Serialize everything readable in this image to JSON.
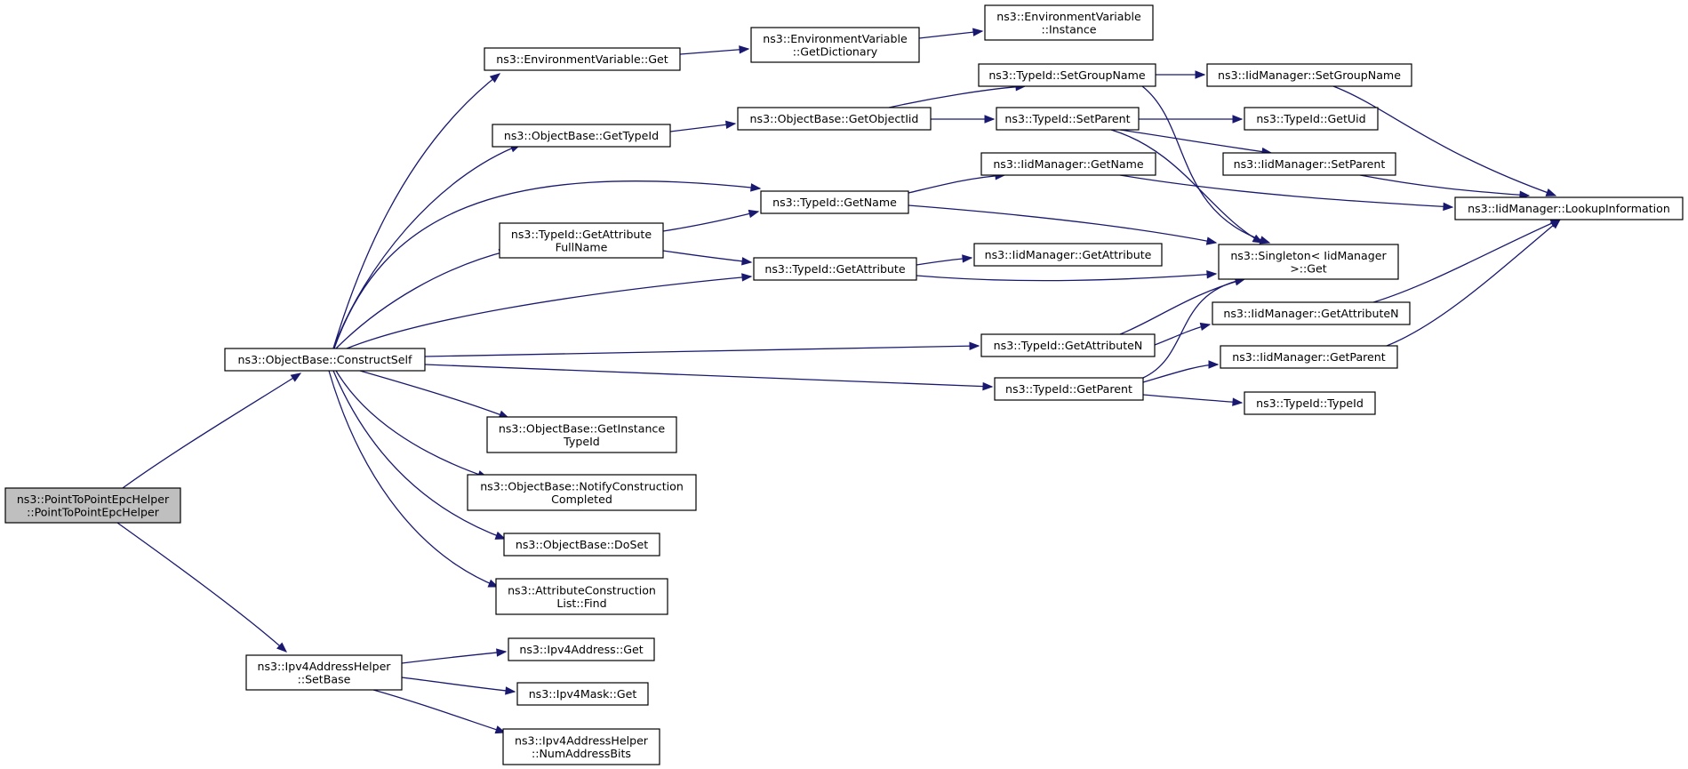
{
  "graph": {
    "colors": {
      "edge": "#191970",
      "node_fill": "#ffffff",
      "root_fill": "#bfbfbf",
      "border": "#000000"
    },
    "nodes": [
      {
        "id": "root",
        "lines": [
          "ns3::PointToPointEpcHelper",
          "::PointToPointEpcHelper"
        ],
        "root": true
      },
      {
        "id": "construct_self",
        "lines": [
          "ns3::ObjectBase::ConstructSelf"
        ]
      },
      {
        "id": "ipv4_set_base",
        "lines": [
          "ns3::Ipv4AddressHelper",
          "::SetBase"
        ]
      },
      {
        "id": "env_get",
        "lines": [
          "ns3::EnvironmentVariable::Get"
        ]
      },
      {
        "id": "env_get_dict",
        "lines": [
          "ns3::EnvironmentVariable",
          "::GetDictionary"
        ]
      },
      {
        "id": "env_instance",
        "lines": [
          "ns3::EnvironmentVariable",
          "::Instance"
        ]
      },
      {
        "id": "ob_get_type_id",
        "lines": [
          "ns3::ObjectBase::GetTypeId"
        ]
      },
      {
        "id": "ob_get_object_iid",
        "lines": [
          "ns3::ObjectBase::GetObjectIid"
        ]
      },
      {
        "id": "tid_set_group_name",
        "lines": [
          "ns3::TypeId::SetGroupName"
        ]
      },
      {
        "id": "iid_set_group_name",
        "lines": [
          "ns3::IidManager::SetGroupName"
        ]
      },
      {
        "id": "tid_set_parent",
        "lines": [
          "ns3::TypeId::SetParent"
        ]
      },
      {
        "id": "tid_get_uid",
        "lines": [
          "ns3::TypeId::GetUid"
        ]
      },
      {
        "id": "iid_set_parent",
        "lines": [
          "ns3::IidManager::SetParent"
        ]
      },
      {
        "id": "iid_lookup_info",
        "lines": [
          "ns3::IidManager::LookupInformation"
        ]
      },
      {
        "id": "iid_get_name",
        "lines": [
          "ns3::IidManager::GetName"
        ]
      },
      {
        "id": "tid_get_name",
        "lines": [
          "ns3::TypeId::GetName"
        ]
      },
      {
        "id": "tid_get_attr_full_name",
        "lines": [
          "ns3::TypeId::GetAttribute",
          "FullName"
        ]
      },
      {
        "id": "tid_get_attribute",
        "lines": [
          "ns3::TypeId::GetAttribute"
        ]
      },
      {
        "id": "iid_get_attribute",
        "lines": [
          "ns3::IidManager::GetAttribute"
        ]
      },
      {
        "id": "singleton_get",
        "lines": [
          "ns3::Singleton< IidManager",
          " >::Get"
        ]
      },
      {
        "id": "tid_get_attribute_n",
        "lines": [
          "ns3::TypeId::GetAttributeN"
        ]
      },
      {
        "id": "iid_get_attribute_n",
        "lines": [
          "ns3::IidManager::GetAttributeN"
        ]
      },
      {
        "id": "tid_get_parent",
        "lines": [
          "ns3::TypeId::GetParent"
        ]
      },
      {
        "id": "iid_get_parent",
        "lines": [
          "ns3::IidManager::GetParent"
        ]
      },
      {
        "id": "tid_type_id",
        "lines": [
          "ns3::TypeId::TypeId"
        ]
      },
      {
        "id": "ob_get_instance_type_id",
        "lines": [
          "ns3::ObjectBase::GetInstance",
          "TypeId"
        ]
      },
      {
        "id": "ob_notify_construction",
        "lines": [
          "ns3::ObjectBase::NotifyConstruction",
          "Completed"
        ]
      },
      {
        "id": "ob_do_set",
        "lines": [
          "ns3::ObjectBase::DoSet"
        ]
      },
      {
        "id": "acl_find",
        "lines": [
          "ns3::AttributeConstruction",
          "List::Find"
        ]
      },
      {
        "id": "ipv4_address_get",
        "lines": [
          "ns3::Ipv4Address::Get"
        ]
      },
      {
        "id": "ipv4_mask_get",
        "lines": [
          "ns3::Ipv4Mask::Get"
        ]
      },
      {
        "id": "ipv4_num_address_bits",
        "lines": [
          "ns3::Ipv4AddressHelper",
          "::NumAddressBits"
        ]
      }
    ],
    "edges": [
      [
        "root",
        "construct_self"
      ],
      [
        "root",
        "ipv4_set_base"
      ],
      [
        "construct_self",
        "env_get"
      ],
      [
        "construct_self",
        "ob_get_type_id"
      ],
      [
        "construct_self",
        "tid_get_name"
      ],
      [
        "construct_self",
        "tid_get_attr_full_name"
      ],
      [
        "construct_self",
        "tid_get_attribute"
      ],
      [
        "construct_self",
        "tid_get_attribute_n"
      ],
      [
        "construct_self",
        "tid_get_parent"
      ],
      [
        "construct_self",
        "ob_get_instance_type_id"
      ],
      [
        "construct_self",
        "ob_notify_construction"
      ],
      [
        "construct_self",
        "ob_do_set"
      ],
      [
        "construct_self",
        "acl_find"
      ],
      [
        "env_get",
        "env_get_dict"
      ],
      [
        "env_get_dict",
        "env_instance"
      ],
      [
        "ob_get_type_id",
        "ob_get_object_iid"
      ],
      [
        "ob_get_object_iid",
        "tid_set_group_name"
      ],
      [
        "ob_get_object_iid",
        "tid_set_parent"
      ],
      [
        "tid_set_group_name",
        "iid_set_group_name"
      ],
      [
        "tid_set_group_name",
        "singleton_get"
      ],
      [
        "tid_set_parent",
        "tid_get_uid"
      ],
      [
        "tid_set_parent",
        "iid_set_parent"
      ],
      [
        "tid_set_parent",
        "singleton_get"
      ],
      [
        "iid_set_group_name",
        "iid_lookup_info"
      ],
      [
        "iid_set_parent",
        "iid_lookup_info"
      ],
      [
        "iid_get_name",
        "iid_lookup_info"
      ],
      [
        "tid_get_name",
        "iid_get_name"
      ],
      [
        "tid_get_name",
        "singleton_get"
      ],
      [
        "tid_get_attr_full_name",
        "tid_get_name"
      ],
      [
        "tid_get_attr_full_name",
        "tid_get_attribute"
      ],
      [
        "tid_get_attribute",
        "iid_get_attribute"
      ],
      [
        "tid_get_attribute",
        "singleton_get"
      ],
      [
        "tid_get_attribute_n",
        "singleton_get"
      ],
      [
        "tid_get_attribute_n",
        "iid_get_attribute_n"
      ],
      [
        "iid_get_attribute_n",
        "iid_lookup_info"
      ],
      [
        "tid_get_parent",
        "singleton_get"
      ],
      [
        "tid_get_parent",
        "iid_get_parent"
      ],
      [
        "tid_get_parent",
        "tid_type_id"
      ],
      [
        "iid_get_parent",
        "iid_lookup_info"
      ],
      [
        "ipv4_set_base",
        "ipv4_address_get"
      ],
      [
        "ipv4_set_base",
        "ipv4_mask_get"
      ],
      [
        "ipv4_set_base",
        "ipv4_num_address_bits"
      ]
    ]
  }
}
